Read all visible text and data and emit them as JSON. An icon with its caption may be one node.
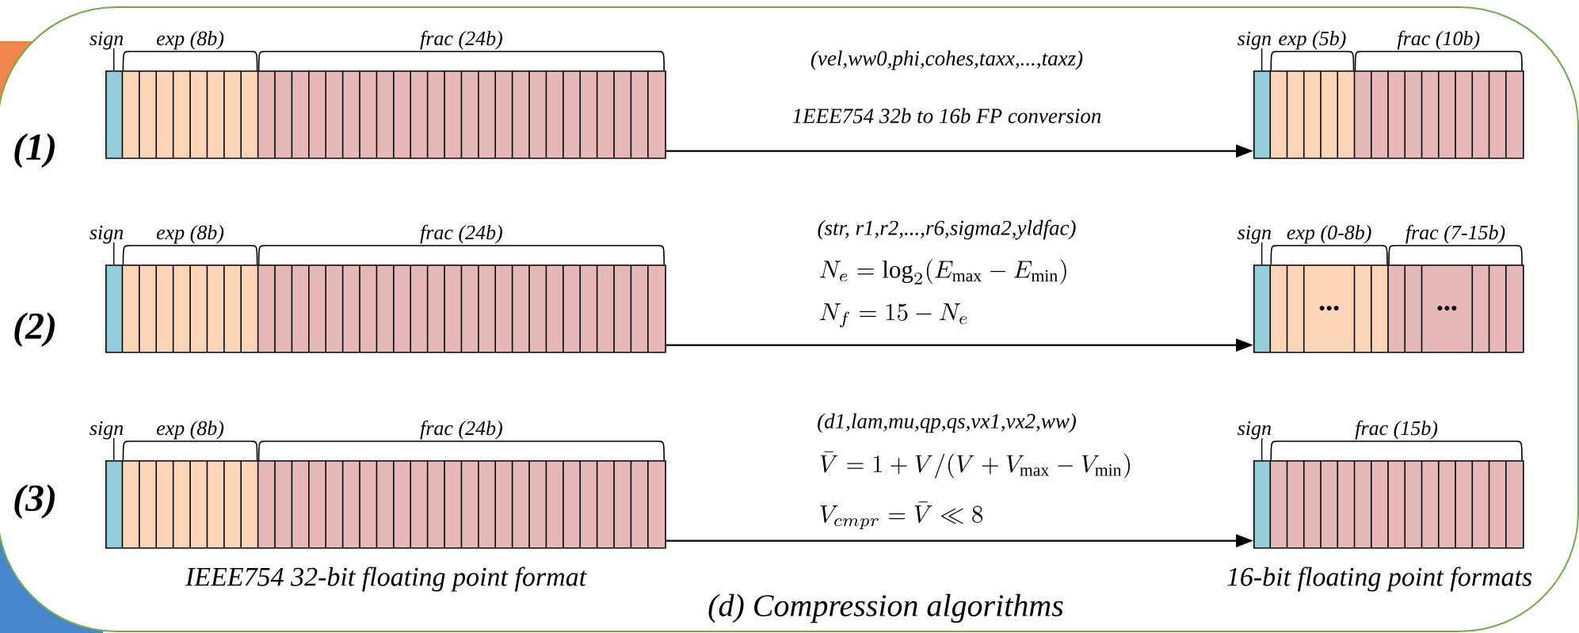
{
  "diagram": {
    "caption": "(d) Compression algorithms",
    "nodes": [
      {
        "text": [
          "sign",
          "exp (8b)",
          "frac (24b)"
        ]
      },
      {
        "text": [
          "sign",
          "exp (5b)",
          "frac (10b)"
        ]
      },
      {
        "text": [
          "sign",
          "exp (8b)",
          "frac (24b)"
        ]
      },
      {
        "text": [
          "sign",
          "exp (0-8b)",
          "frac (7-15b)"
        ]
      },
      {
        "text": [
          "sign",
          "exp (8b)",
          "frac (24b)"
        ]
      },
      {
        "text": [
          "sign",
          "frac (15b)"
        ]
      }
    ],
    "edges": [
      {
        "from": 0,
        "to": 1,
        "arrow": "to"
      },
      {
        "from": 2,
        "to": 3,
        "arrow": "to"
      },
      {
        "from": 4,
        "to": 5,
        "arrow": "to"
      }
    ],
    "labels": [
      "(vel,ww0,phi,cohes,taxx,...,taxz)",
      "(1)",
      "1EEE754 32b to 16b FP conversion",
      "(str, r1,r2,...,r6,sigma2,yldfac)",
      "(2)",
      "N_e = \\log_2(E_{\\max} - E_{\\min})",
      "N_f = 15 - N_e",
      "(d1,lam,mu,qp,qs,vx1,vx2,ww)",
      "(3)",
      "\\bar{V} = 1 + V / (V + V_{\\max} - V_{\\min})",
      "V_{cmpr} = \\bar{V} \\ll 8",
      "IEEE754 32-bit floating point format",
      "16-bit floating point formats"
    ]
  }
}
